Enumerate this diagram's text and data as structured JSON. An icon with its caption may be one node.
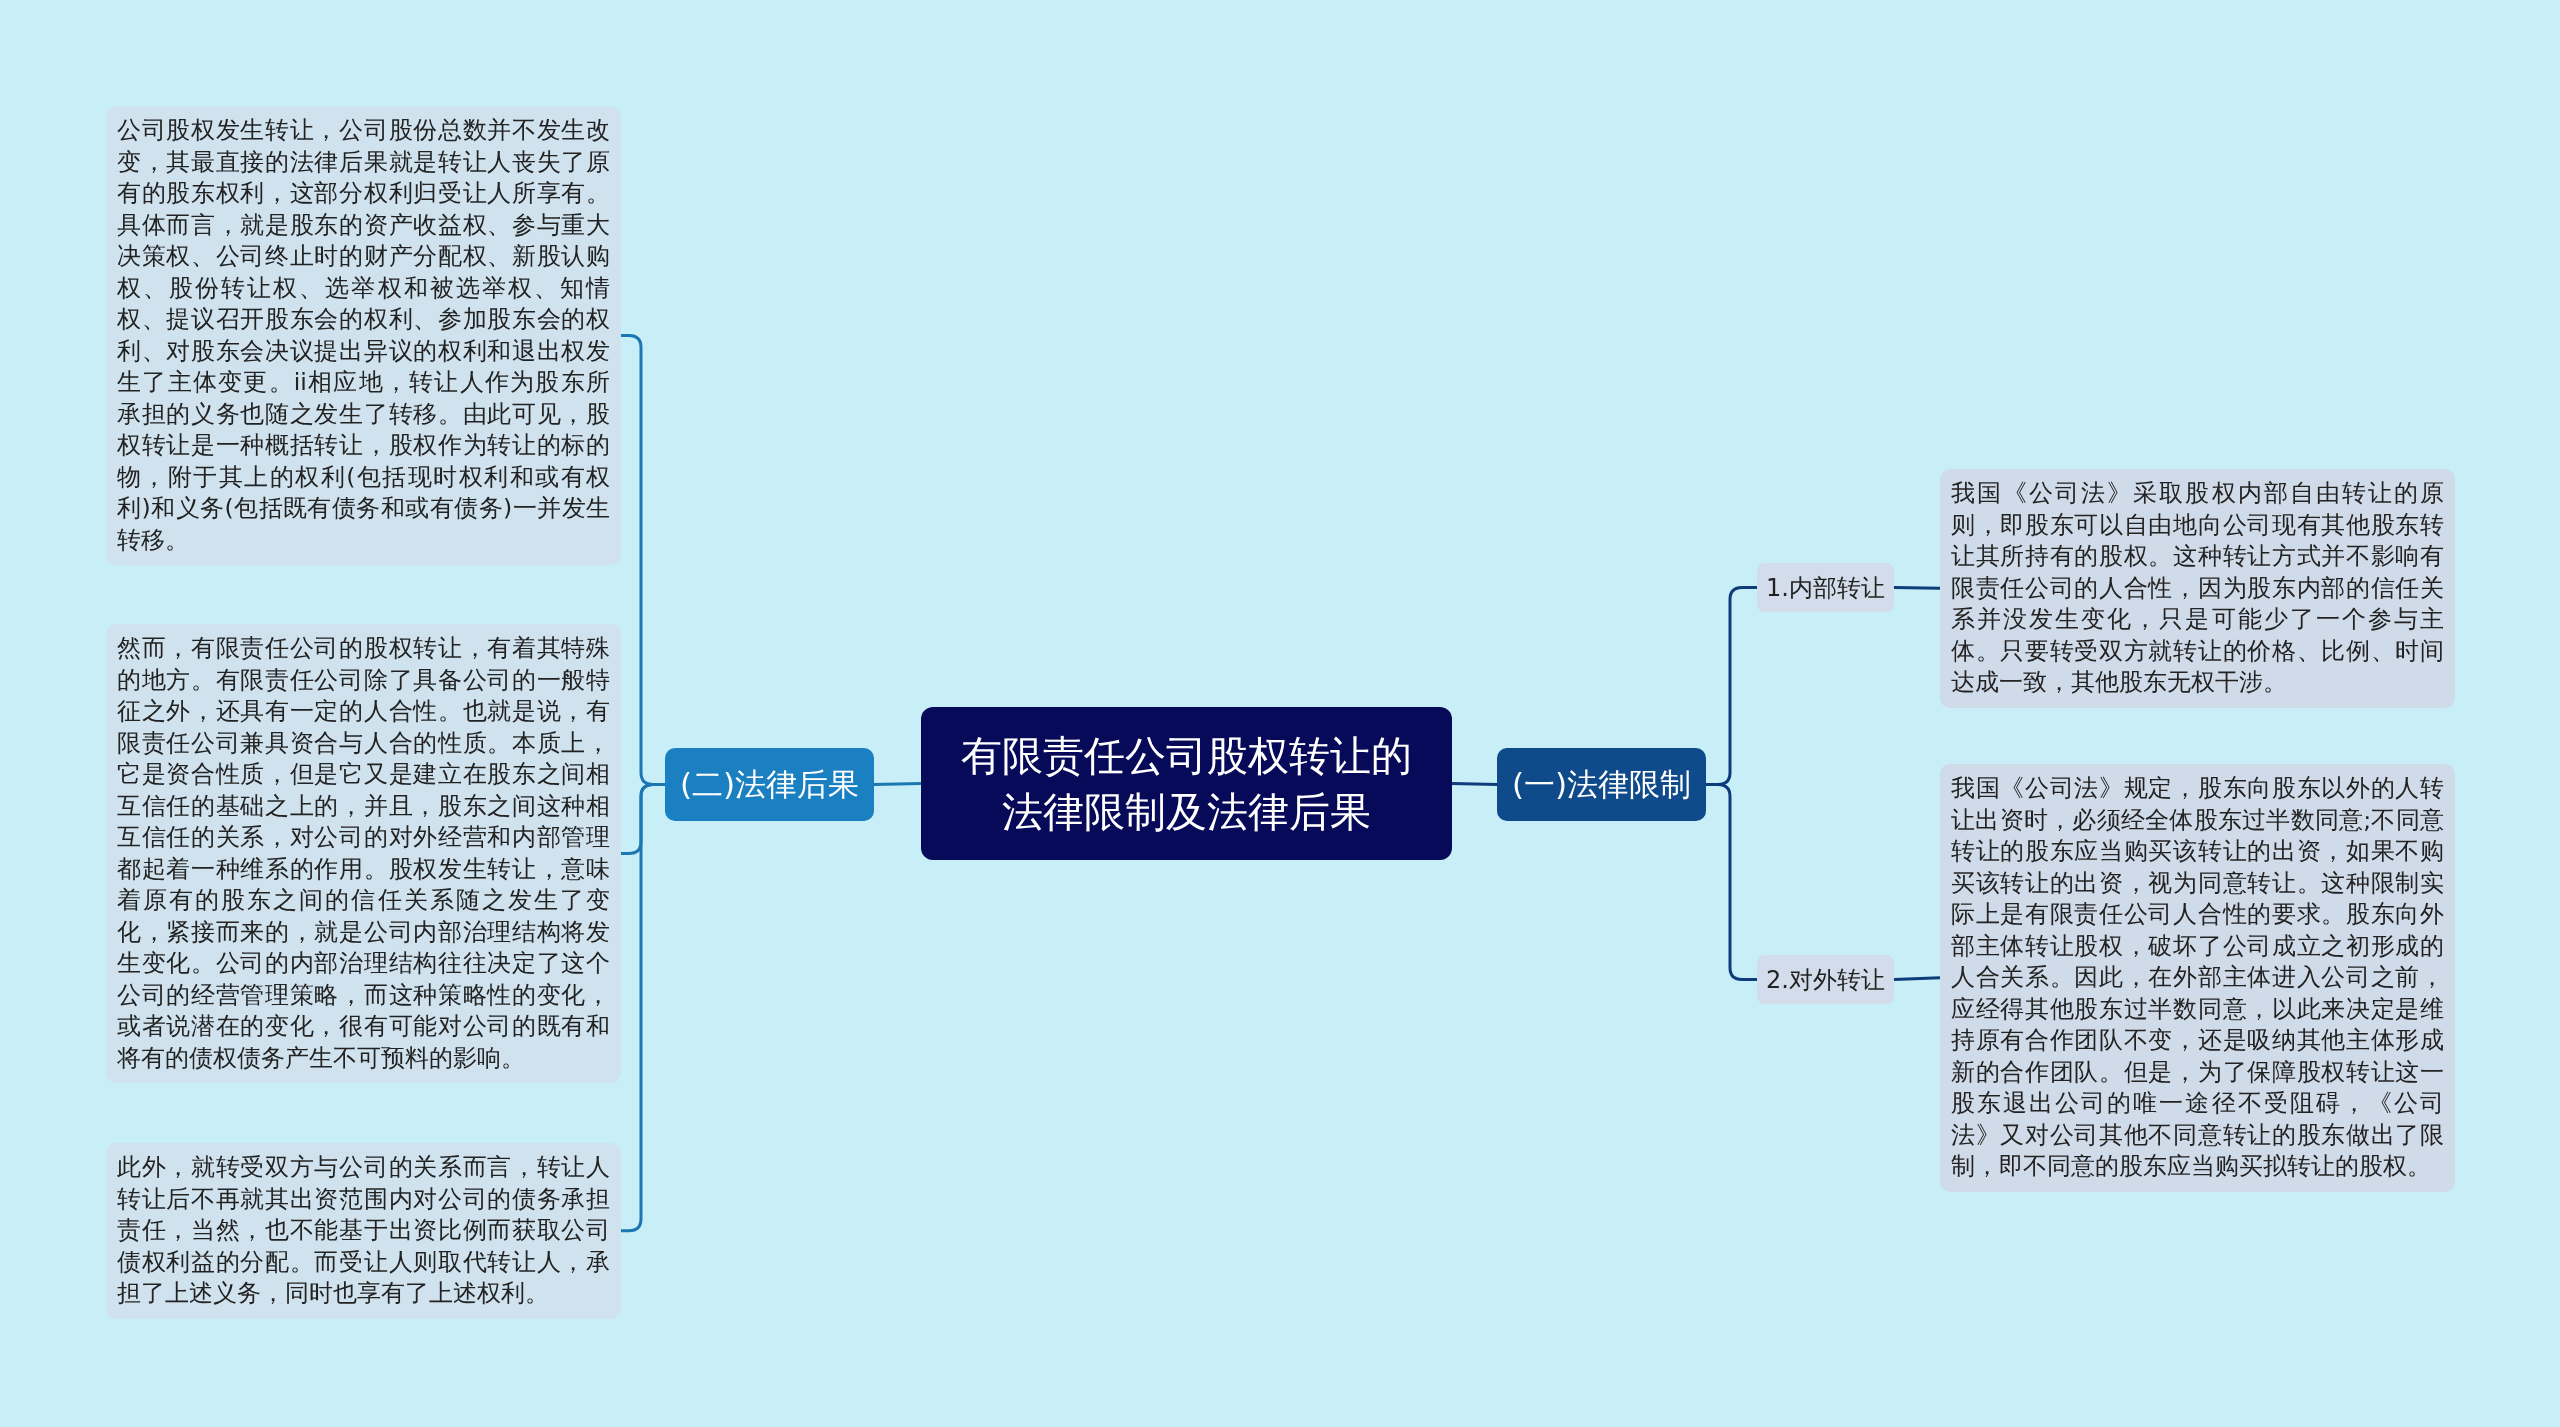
{
  "diagram": {
    "nodes": [
      {
        "text": [
          "有限责任公司股权转让的法律限制及法律后果"
        ]
      },
      {
        "text": [
          "(一)法律限制"
        ]
      },
      {
        "text": [
          "1.内部转让"
        ]
      },
      {
        "text": [
          "我国《公司法》采取股权内部自由转让的原则，即股东可以自由地向公司现有其他股东转让其所持有的股权。这种转让方式并不影响有限责任公司的人合性，因为股东内部的信任关系并没发生变化，只是可能少了一个参与主体。只要转受双方就转让的价格、比例、时间达成一致，其他股东无权干涉。"
        ]
      },
      {
        "text": [
          "2.对外转让"
        ]
      },
      {
        "text": [
          "我国《公司法》规定，股东向股东以外的人转让出资时，必须经全体股东过半数同意;不同意转让的股东应当购买该转让的出资，如果不购买该转让的出资，视为同意转让。这种限制实际上是有限责任公司人合性的要求。股东向外部主体转让股权，破坏了公司成立之初形成的人合关系。因此，在外部主体进入公司之前，应经得其他股东过半数同意，以此来决定是维持原有合作团队不变，还是吸纳其他主体形成新的合作团队。但是，为了保障股权转让这一股东退出公司的唯一途径不受阻碍，《公司法》又对公司其他不同意转让的股东做出了限制，即不同意的股东应当购买拟转让的股权。"
        ]
      },
      {
        "text": [
          "(二)法律后果"
        ]
      },
      {
        "text": [
          "公司股权发生转让，公司股份总数并不发生改变，其最直接的法律后果就是转让人丧失了原有的股东权利，这部分权利归受让人所享有。具体而言，就是股东的资产收益权、参与重大决策权、公司终止时的财产分配权、新股认购权、股份转让权、选举权和被选举权、知情权、提议召开股东会的权利、参加股东会的权利、对股东会决议提出异议的权利和退出权发生了主体变更。ii相应地，转让人作为股东所承担的义务也随之发生了转移。由此可见，股权转让是一种概括转让，股权作为转让的标的物，附于其上的权利(包括现时权利和或有权利)和义务(包括既有债务和或有债务)一并发生转移。"
        ]
      },
      {
        "text": [
          "然而，有限责任公司的股权转让，有着其特殊的地方。有限责任公司除了具备公司的一般特征之外，还具有一定的人合性。也就是说，有限责任公司兼具资合与人合的性质。本质上，它是资合性质，但是它又是建立在股东之间相互信任的基础之上的，并且，股东之间这种相互信任的关系，对公司的对外经营和内部管理都起着一种维系的作用。股权发生转让，意味着原有的股东之间的信任关系随之发生了变化，紧接而来的，就是公司内部治理结构将发生变化。公司的内部治理结构往往决定了这个公司的经营管理策略，而这种策略性的变化，或者说潜在的变化，很有可能对公司的既有和将有的债权债务产生不可预料的影响。"
        ]
      },
      {
        "text": [
          "此外，就转受双方与公司的关系而言，转让人转让后不再就其出资范围内对公司的债务承担责任，当然，也不能基于出资比例而获取公司债权利益的分配。而受让人则取代转让人，承担了上述义务，同时也享有了上述权利。"
        ]
      }
    ],
    "edges": [
      {
        "from": 0,
        "to": 1,
        "arrow": "none"
      },
      {
        "from": 1,
        "to": 2,
        "arrow": "none"
      },
      {
        "from": 2,
        "to": 3,
        "arrow": "none"
      },
      {
        "from": 1,
        "to": 4,
        "arrow": "none"
      },
      {
        "from": 4,
        "to": 5,
        "arrow": "none"
      },
      {
        "from": 0,
        "to": 6,
        "arrow": "none",
        "color": "#1b77b3"
      },
      {
        "from": 6,
        "to": 7,
        "arrow": "none",
        "color": "#1b77b3"
      },
      {
        "from": 6,
        "to": 8,
        "arrow": "none",
        "color": "#1b77b3"
      },
      {
        "from": 6,
        "to": 9,
        "arrow": "none",
        "color": "#1b77b3"
      }
    ]
  }
}
